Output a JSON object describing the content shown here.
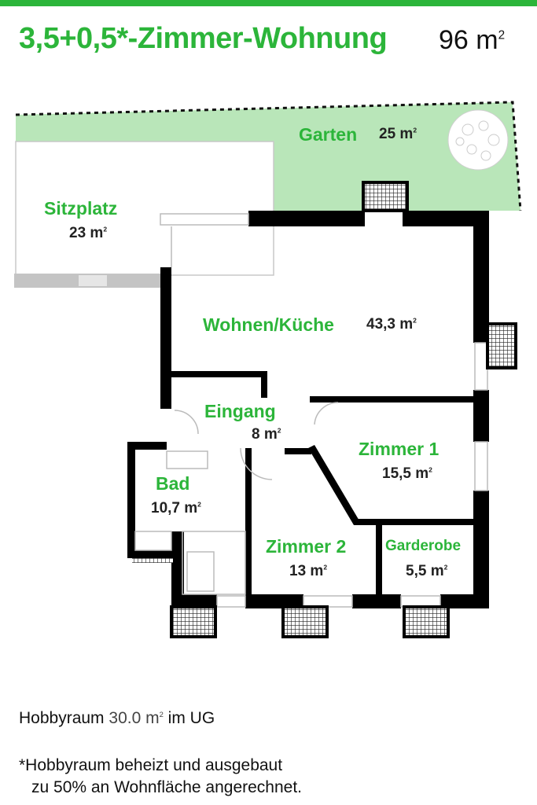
{
  "header": {
    "title": "3,5+0,5*-Zimmer-Wohnung",
    "total_area_value": "96 m",
    "total_area_sup": "2"
  },
  "rooms": [
    {
      "name": "Garten",
      "area": "25 m",
      "sup": "2"
    },
    {
      "name": "Sitzplatz",
      "area": "23 m",
      "sup": "2"
    },
    {
      "name": "Wohnen/Küche",
      "area": "43,3 m",
      "sup": "2"
    },
    {
      "name": "Eingang",
      "area": "8 m",
      "sup": "2"
    },
    {
      "name": "Zimmer 1",
      "area": "15,5 m",
      "sup": "2"
    },
    {
      "name": "Bad",
      "area": "10,7 m",
      "sup": "2"
    },
    {
      "name": "Zimmer 2",
      "area": "13 m",
      "sup": "2"
    },
    {
      "name": "Garderobe",
      "area": "5,5 m",
      "sup": "2"
    }
  ],
  "notes": {
    "hobby_prefix": "Hobbyraum ",
    "hobby_value": "30.0 m",
    "hobby_sup": "2",
    "hobby_suffix": " im UG",
    "footnote_line1": "*Hobbyraum beheizt und ausgebaut",
    "footnote_line2": "zu 50% an Wohnfläche angerechnet."
  },
  "colors": {
    "accent": "#2cb53a",
    "garden": "#b9e6b9",
    "wall": "#000000"
  }
}
